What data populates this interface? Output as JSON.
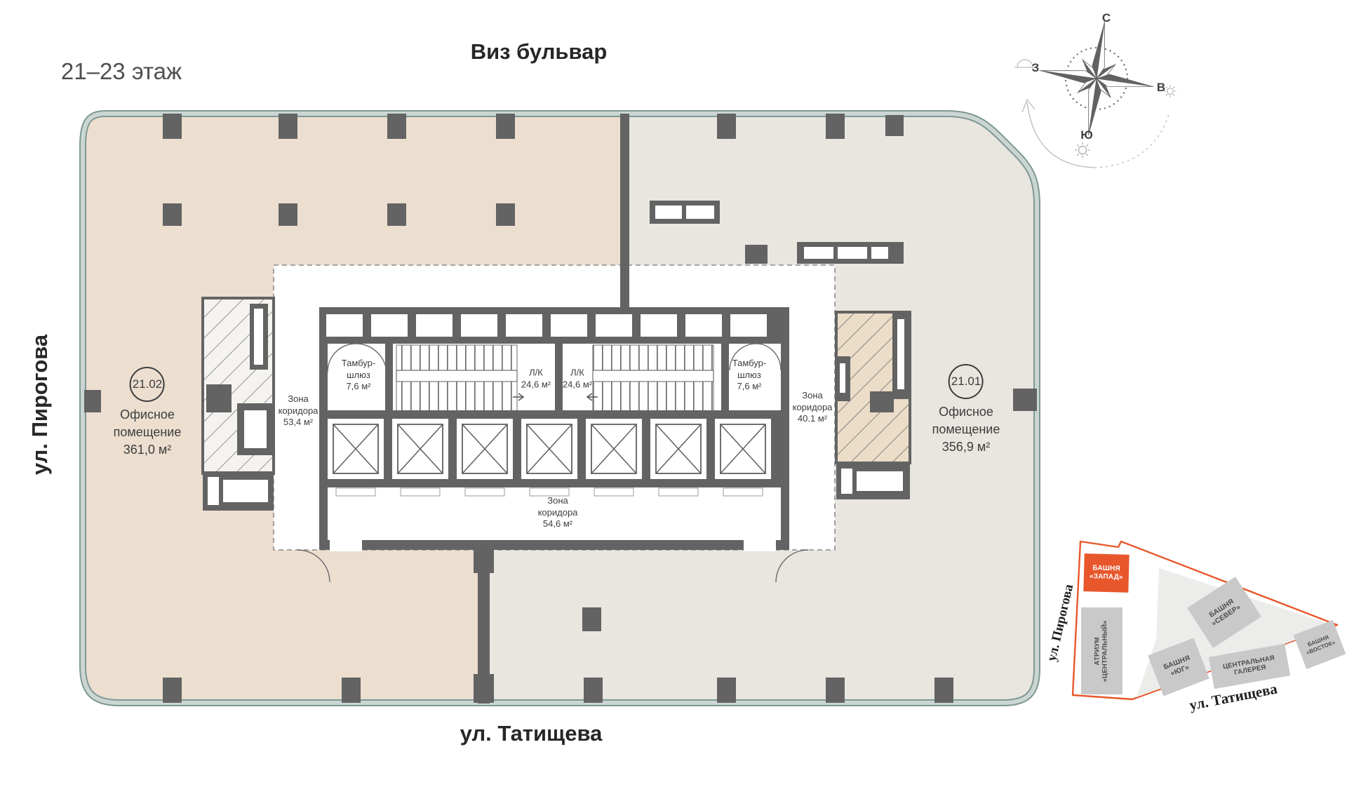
{
  "page": {
    "floor_title": "21–23 этаж"
  },
  "streets": {
    "top": "Виз бульвар",
    "left": "ул. Пирогова",
    "bottom": "ул. Татищева"
  },
  "compass": {
    "north": "С",
    "east": "В",
    "south": "Ю",
    "west": "З"
  },
  "offices": [
    {
      "number": "21.02",
      "name_line1": "Офисное",
      "name_line2": "помещение",
      "area": "361,0 м²"
    },
    {
      "number": "21.01",
      "name_line1": "Офисное",
      "name_line2": "помещение",
      "area": "356,9 м²"
    }
  ],
  "rooms": {
    "tambur_left": {
      "l1": "Тамбур-",
      "l2": "шлюз",
      "l3": "7,6 м²"
    },
    "corridor_left": {
      "l1": "Зона",
      "l2": "коридора",
      "l3": "53,4 м²"
    },
    "stair_left": {
      "l1": "Л/К",
      "l2": "24,6 м²"
    },
    "stair_right": {
      "l1": "Л/К",
      "l2": "24,6 м²"
    },
    "tambur_right": {
      "l1": "Тамбур-",
      "l2": "шлюз",
      "l3": "7,6 м²"
    },
    "corridor_right": {
      "l1": "Зона",
      "l2": "коридора",
      "l3": "40.1 м²"
    },
    "corridor_bottom": {
      "l1": "Зона",
      "l2": "коридора",
      "l3": "54,6 м²"
    }
  },
  "minimap": {
    "towers": {
      "west": {
        "l1": "БАШНЯ",
        "l2": "«ЗАПАД»"
      },
      "north": {
        "l1": "БАШНЯ",
        "l2": "«СЕВЕР»"
      },
      "south": {
        "l1": "БАШНЯ",
        "l2": "«ЮГ»"
      },
      "east": {
        "l1": "БАШНЯ",
        "l2": "«ВОСТОК»"
      },
      "gallery": {
        "l1": "ЦЕНТРАЛЬНАЯ",
        "l2": "ГАЛЕРЕЯ"
      },
      "atrium": {
        "l1": "АТРИУМ",
        "l2": "«ЦЕНТРАЛЬНЫЙ»"
      }
    },
    "streets": {
      "pirogova": "ул. Пирогова",
      "tatishcheva": "ул. Татищева"
    }
  },
  "colors": {
    "accent_orange": "#e7572b",
    "wall_teal": "#7e9894",
    "zone_beige": "#ecdfd0",
    "zone_grey": "#e9e5df",
    "structure_grey": "#636363"
  }
}
